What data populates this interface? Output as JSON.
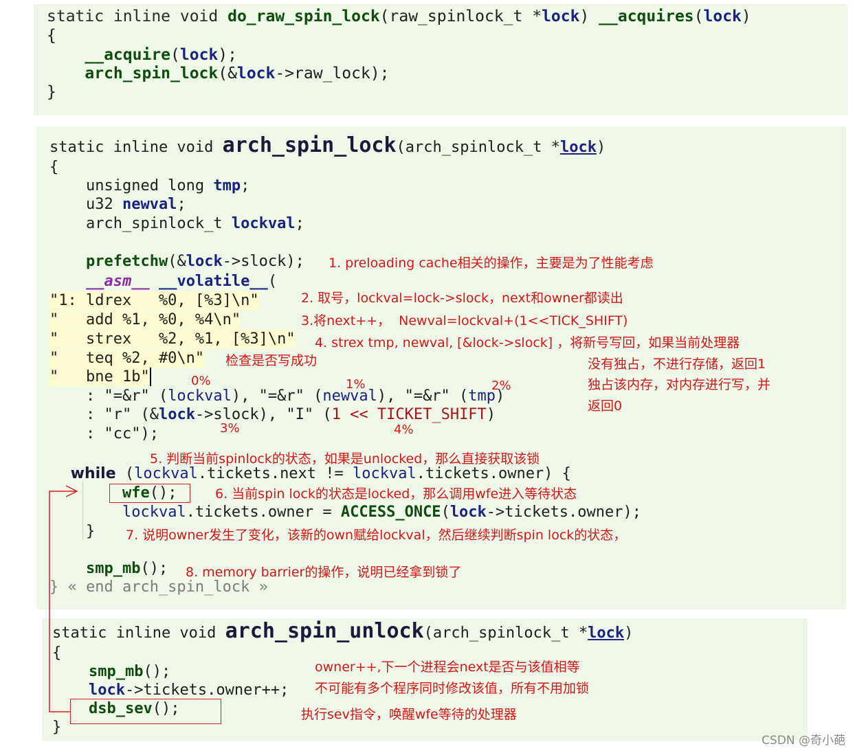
{
  "panel1": {
    "lines": [
      [
        "static inline void ",
        "do_raw_spin_lock",
        "(raw_spinlock_t *",
        "lock",
        ") ",
        "__acquires",
        "(",
        "lock",
        ")"
      ],
      [
        "{"
      ],
      [
        "    ",
        "__acquire",
        "(",
        "lock",
        ");"
      ],
      [
        "    ",
        "arch_spin_lock",
        "(&",
        "lock",
        "->raw_lock);"
      ],
      [
        "}"
      ]
    ]
  },
  "panel2": {
    "header": {
      "prefix": "static inline void ",
      "name": "arch_spin_lock",
      "args": "(arch_spinlock_t *",
      "arg_name": "lock",
      "close": ")"
    },
    "open_brace": "{",
    "decl1": {
      "type": "    unsigned long ",
      "name": "tmp",
      "end": ";"
    },
    "decl2": {
      "type": "    u32 ",
      "name": "newval",
      "end": ";"
    },
    "decl3": {
      "type": "    arch_spinlock_t ",
      "name": "lockval",
      "end": ";"
    },
    "prefetch": {
      "indent": "    ",
      "fn": "prefetchw",
      "a": "(&",
      "b": "lock",
      "c": "->slock);"
    },
    "asm": {
      "indent": "    ",
      "kw": "__asm__",
      "sp": " ",
      "vol": "__volatile__",
      "par": "("
    },
    "asm_lines": [
      "\"1: ldrex   %0, [%3]\\n\"",
      "\"   add %1, %0, %4\\n\"",
      "\"   strex   %2, %1, [%3]\\n\"",
      "\"   teq %2, #0\\n\"",
      "\"   bne 1b\""
    ],
    "out_line": {
      "a": "    : \"=&r\" (",
      "b": "lockval",
      "c": "), \"=&r\" (",
      "d": "newval",
      "e": "), \"=&r\" (",
      "f": "tmp",
      "g": ")"
    },
    "in_line": {
      "a": "    : \"r\" (&",
      "b": "lock",
      "c": "->slock), \"I\" (",
      "d": "1 << ",
      "e": "TICKET_SHIFT",
      "f": ")"
    },
    "clob_line": "    : \"cc\");",
    "while_line": {
      "kw": "    while",
      "a": " (",
      "b": "lockval",
      "c": ".tickets.next != ",
      "d": "lockval",
      "e": ".tickets.owner) {"
    },
    "wfe_line": {
      "indent": "        ",
      "fn": "wfe",
      "rest": "();"
    },
    "owner_line": {
      "indent": "        ",
      "a": "lockval",
      "b": ".tickets.owner = ",
      "c": "ACCESS_ONCE",
      "d": "(",
      "e": "lock",
      "f": "->tickets.owner);"
    },
    "close_while": "    }",
    "smp_line": {
      "indent": "    ",
      "fn": "smp_mb",
      "rest": "();"
    },
    "end_line": "} « end arch_spin_lock »"
  },
  "panel3": {
    "header": {
      "prefix": "static inline void ",
      "name": "arch_spin_unlock",
      "args": "(arch_spinlock_t *",
      "arg_name": "lock",
      "close": ")"
    },
    "open_brace": "{",
    "smp_line": {
      "indent": "    ",
      "fn": "smp_mb",
      "rest": "();"
    },
    "lock_line": {
      "indent": "    ",
      "a": "lock",
      "b": "->tickets.owner++;"
    },
    "dsb_line": {
      "indent": "    ",
      "fn": "dsb_sev",
      "rest": "();"
    },
    "close_brace": "}"
  },
  "notes": {
    "n1": "1. preloading cache相关的操作，主要是为了性能考虑",
    "n2": "2. 取号，lockval=lock->slock，next和owner都读出",
    "n3": "3.将next++，  Newval=lockval+(1<<TICK_SHIFT)",
    "n4": "4. strex tmp, newval, [&lock->slock] ，将新号写回，如果当前处理器",
    "n4b": "没有独占，不进行存储，返回1",
    "n4c": "独占该内存，对内存进行写，并",
    "n4d": "返回0",
    "check": "检查是否写成功",
    "p0": "0%",
    "p1": "1%",
    "p2": "2%",
    "p3": "3%",
    "p4": "4%",
    "n5": "5. 判断当前spinlock的状态，如果是unlocked，那么直接获取该锁",
    "n6": "6. 当前spin lock的状态是locked，那么调用wfe进入等待状态",
    "n7": "7. 说明owner发生了变化，该新的own赋给lockval，然后继续判断spin lock的状态，",
    "n8": "8. memory barrier的操作，说明已经拿到锁了",
    "u1": "owner++,下一个进程会next是否与该值相等",
    "u2": "不可能有多个程序同时修改该值，所有不用加锁",
    "u3": "执行sev指令，唤醒wfe等待的处理器"
  },
  "watermark": "CSDN @奇小葩"
}
